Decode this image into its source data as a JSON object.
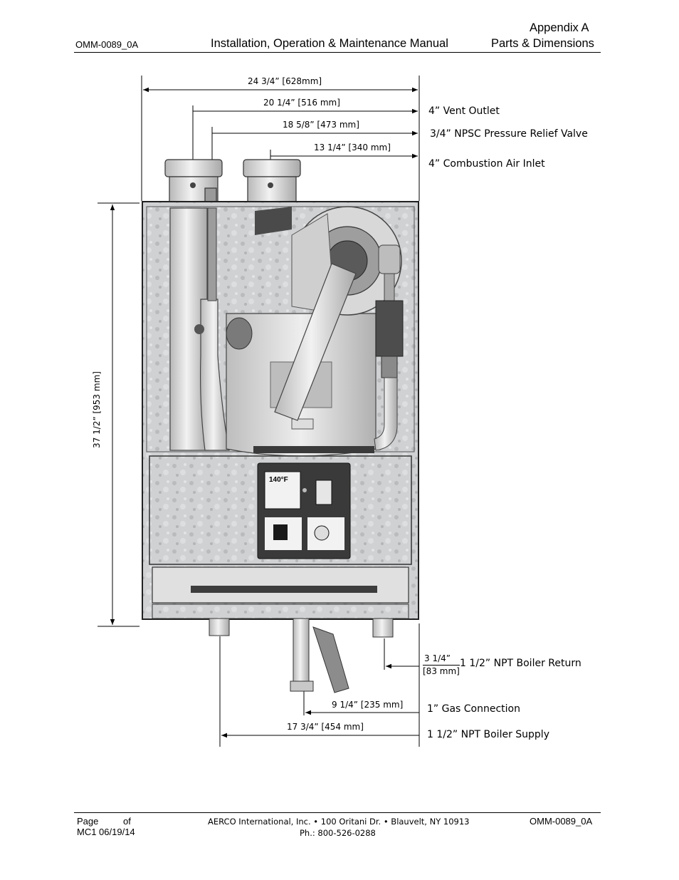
{
  "header": {
    "doc_number": "OMM-0089_0A",
    "title": "Installation, Operation & Maintenance Manual",
    "appendix": "Appendix A",
    "section": "Parts & Dimensions"
  },
  "dimensions": {
    "overall_width": "24 3/4” [628mm]",
    "vent_outlet": "20 1/4” [516 mm]",
    "relief_valve": "18 5/8” [473 mm]",
    "air_inlet": "13 1/4” [340 mm]",
    "height": "37 1/2” [953 mm]",
    "boiler_return_in": "3 1/4”",
    "boiler_return_mm": "[83 mm]",
    "gas": "9 1/4” [235 mm]",
    "boiler_supply": "17 3/4” [454 mm]"
  },
  "callouts": {
    "vent_outlet": "4”  Vent Outlet",
    "relief_valve": "3/4”  NPSC Pressure Relief Valve",
    "air_inlet": "4” Combustion Air Inlet",
    "boiler_return": "1 1/2” NPT Boiler Return",
    "gas": "1” Gas Connection",
    "boiler_supply": "1 1/2” NPT Boiler Supply"
  },
  "display": {
    "temperature": "140°F"
  },
  "footer": {
    "page_label": "Page",
    "of_label": "of",
    "revision": "MC1 06/19/14",
    "address": "AERCO International, Inc. • 100 Oritani Dr. •  Blauvelt, NY 10913",
    "phone": "Ph.: 800-526-0288",
    "doc_number": "OMM-0089_0A"
  }
}
